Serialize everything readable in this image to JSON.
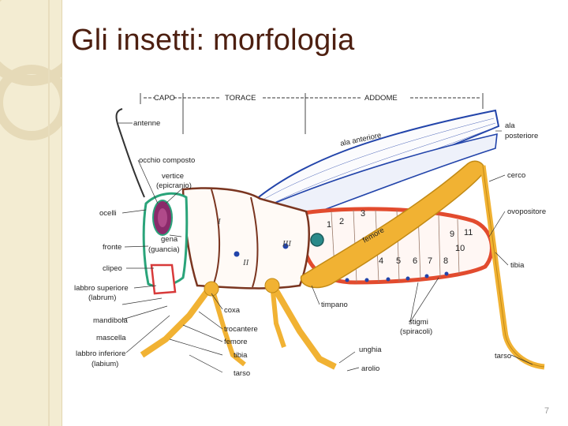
{
  "slide": {
    "title": "Gli insetti: morfologia",
    "page_number": "7"
  },
  "regions": {
    "capo": "CAPO",
    "torace": "TORACE",
    "addome": "ADDOME"
  },
  "labels": {
    "antenne": "antenne",
    "occhio_composto": "occhio composto",
    "vertice": "vertice",
    "epicranio": "(epicranio)",
    "ocelli": "ocelli",
    "gena": "gena",
    "guancia": "(guancia)",
    "fronte": "fronte",
    "clipeo": "clipeo",
    "labbro_superiore": "labbro superiore",
    "labrum": "(labrum)",
    "mandibola": "mandibola",
    "mascella": "mascella",
    "labbro_inferiore": "labbro inferiore",
    "labium": "(labium)",
    "coxa": "coxa",
    "trocantere": "trocantere",
    "femore_leg": "femore",
    "tibia_leg": "tibia",
    "tarso_leg": "tarso",
    "ala_anteriore": "ala anteriore",
    "ala_posteriore_1": "ala",
    "ala_posteriore_2": "posteriore",
    "cerco": "cerco",
    "ovopositore": "ovopositore",
    "tibia_hind": "tibia",
    "femore_hind": "femore",
    "timpano": "timpano",
    "stigmi": "stigmi",
    "spiracoli": "(spiracoli)",
    "unghia": "unghia",
    "arolio": "arolio",
    "tarso_hind": "tarso"
  },
  "segments": {
    "thorax_roman": [
      "I",
      "II",
      "III"
    ],
    "abdomen_numbers": [
      "1",
      "2",
      "3",
      "4",
      "5",
      "6",
      "7",
      "8",
      "9",
      "10",
      "11"
    ]
  },
  "colors": {
    "title": "#4d1f10",
    "sidebar": "#f3ecd2",
    "body_outline": "#7a3520",
    "wing": "#2244aa",
    "leg": "#f1b233",
    "abdomen": "#e24b2e",
    "head": "#2aa47a",
    "eye": "#8a2a6a"
  }
}
